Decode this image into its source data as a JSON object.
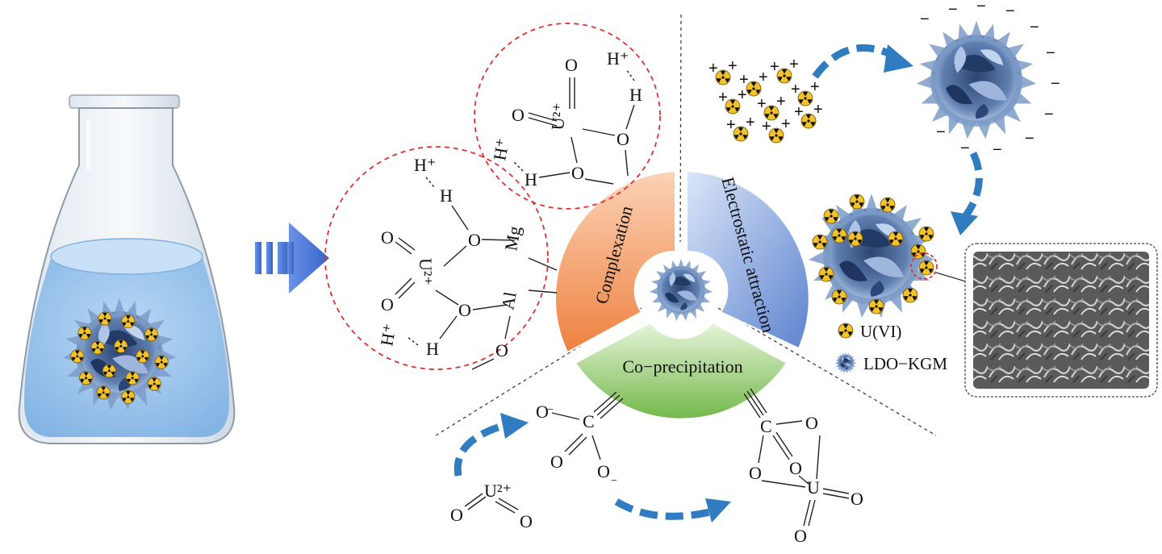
{
  "segments": {
    "complexation": "Complexation",
    "electrostatic": "Electrostatic attraction",
    "coprecipitation": "Co−precipitation"
  },
  "legend": {
    "uranium": "U(VI)",
    "adsorbent": "LDO−KGM"
  },
  "chem": {
    "O": "O",
    "U": "U",
    "U2plus": "U²⁺",
    "H": "H",
    "Hplus": "H⁺",
    "Mg": "Mg",
    "Al": "Al",
    "C": "C",
    "minus": "−",
    "plus": "+"
  },
  "colors": {
    "complexation": "#f09050",
    "electrostatic": "#6f93d6",
    "coprecipitation": "#8cc860",
    "flow_arrow": "#2f7cc0",
    "big_arrow": "#3f6fd0",
    "flask_liquid": "#9cc6ee",
    "dashed_circle": "#e03030",
    "particle": "#4a6a9a",
    "radiation": "#f2c22a"
  },
  "icons": [
    "flask-icon",
    "radiation-icon",
    "nanoflower-icon",
    "arrow-right-icon",
    "sem-image"
  ]
}
